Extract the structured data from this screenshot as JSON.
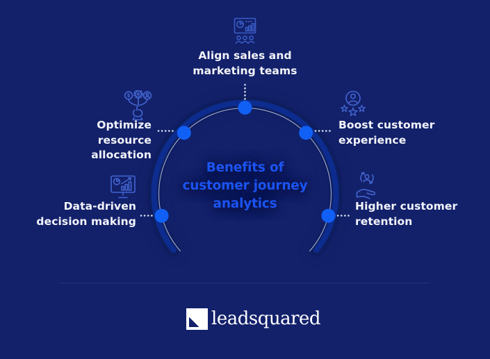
{
  "title": {
    "text": "Benefits of customer journey analytics",
    "lines": [
      "Benefits of",
      "customer journey",
      "analytics"
    ],
    "color": "#1C54F2"
  },
  "benefits": [
    {
      "id": "align-sales-marketing",
      "position": "top",
      "lines": [
        "Align sales and",
        "marketing teams"
      ],
      "icon": "sales-marketing-presentation-icon"
    },
    {
      "id": "optimize-resource-allocation",
      "position": "upper-left",
      "lines": [
        "Optimize resource",
        "allocation"
      ],
      "icon": "resource-allocation-icon"
    },
    {
      "id": "boost-customer-experience",
      "position": "upper-right",
      "lines": [
        "Boost customer",
        "experience"
      ],
      "icon": "customer-experience-icon"
    },
    {
      "id": "data-driven-decision-making",
      "position": "lower-left",
      "lines": [
        "Data-driven",
        "decision making"
      ],
      "icon": "data-driven-decision-icon"
    },
    {
      "id": "higher-customer-retention",
      "position": "lower-right",
      "lines": [
        "Higher customer",
        "retention"
      ],
      "icon": "customer-retention-icon"
    }
  ],
  "glyphs": {
    "dollar": "$"
  },
  "footer": {
    "logo_text": "leadsquared"
  },
  "colors": {
    "background": "#13216B",
    "label_text": "#F3F5FA",
    "title_text": "#1C54F2",
    "node_dot": "#1160F5",
    "arc_band_core": "#0E2F96",
    "arc_band_shadow": "#081A55",
    "arc_thin_line": "#C7D0EA",
    "icon_stroke": "#4365D0",
    "divider": "#232F78",
    "logo_text_color": "#FFFFFF"
  }
}
